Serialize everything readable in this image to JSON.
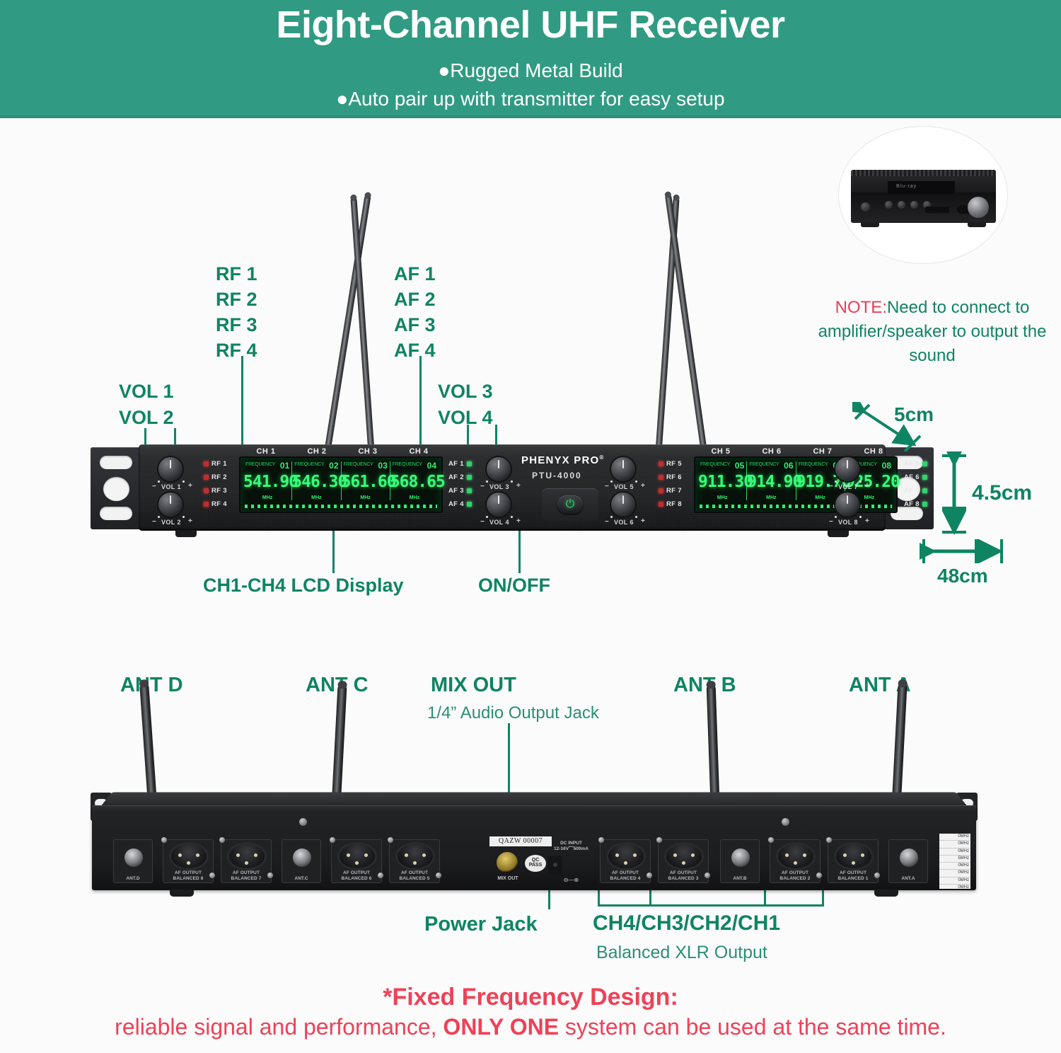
{
  "header": {
    "title": "Eight-Channel UHF Receiver",
    "bullet1": "●Rugged Metal Build",
    "bullet2": "●Auto pair up with transmitter for easy setup"
  },
  "note": {
    "prefix": "NOTE:",
    "text": "Need to connect to amplifier/speaker to output the sound",
    "inset_icon": "av-receiver-amplifier-image",
    "inset_display_text": "Blu-ray"
  },
  "front": {
    "brand": "PHENYX PRO",
    "brand_mark": "®",
    "model": "PTU-4000",
    "power_icon": "power-icon",
    "callouts": {
      "vol1": "VOL 1",
      "vol2": "VOL 2",
      "vol3": "VOL 3",
      "vol4": "VOL 4",
      "rf_group": [
        "RF 1",
        "RF 2",
        "RF 3",
        "RF 4"
      ],
      "af_group": [
        "AF 1",
        "AF 2",
        "AF 3",
        "AF 4"
      ],
      "lcd_label": "CH1-CH4 LCD Display",
      "onoff_label": "ON/OFF"
    },
    "knob_labels": [
      "VOL 1",
      "VOL 2",
      "VOL 3",
      "VOL 4",
      "VOL 5",
      "VOL 6",
      "VOL 7",
      "VOL 8"
    ],
    "rf_indicators_left": [
      "RF 1",
      "RF 2",
      "RF 3",
      "RF 4"
    ],
    "af_indicators_left": [
      "AF 1",
      "AF 2",
      "AF 3",
      "AF 4"
    ],
    "rf_indicators_right": [
      "RF 5",
      "RF 6",
      "RF 7",
      "RF 8"
    ],
    "af_indicators_right": [
      "AF 5",
      "AF 6",
      "AF 7",
      "AF 8"
    ],
    "lcd_left": {
      "channels": [
        "CH 1",
        "CH 2",
        "CH 3",
        "CH 4"
      ],
      "freq_tag": "FREQUENCY",
      "freq_nums": [
        "01",
        "02",
        "03",
        "04"
      ],
      "values": [
        "541.90",
        "546.30",
        "561.60",
        "568.65"
      ],
      "unit": "MHz"
    },
    "lcd_right": {
      "channels": [
        "CH 5",
        "CH 6",
        "CH 7",
        "CH 8"
      ],
      "freq_tag": "FREQUENCY",
      "freq_nums": [
        "05",
        "06",
        "07",
        "08"
      ],
      "values": [
        "911.30",
        "914.90",
        "919.70",
        "925.20"
      ],
      "unit": "MHz"
    },
    "minus": "−",
    "plus": "+"
  },
  "dimensions": {
    "depth": "5cm",
    "height": "4.5cm",
    "width": "48cm"
  },
  "rear": {
    "callouts": {
      "ant_d": "ANT D",
      "ant_c": "ANT C",
      "ant_b": "ANT B",
      "ant_a": "ANT A",
      "mix_out": "MIX OUT",
      "mix_out_sub": "1/4” Audio Output Jack",
      "power_jack": "Power Jack",
      "xlr_group": "CH4/CH3/CH2/CH1",
      "xlr_group_sub": "Balanced XLR Output"
    },
    "panel": {
      "serial": "QAZW 00007",
      "dc_input": "DC INPUT\n12-16V⎺500mA",
      "dc_polarity": "⊖—⊕",
      "mix_out_cap": "MIX OUT",
      "qc_line1": "QC",
      "qc_line2": "PASS",
      "ant_caps": [
        "ANT.D",
        "ANT.C",
        "ANT.B",
        "ANT.A"
      ],
      "xlr_caps": [
        "AF OUTPUT\nBALANCED 8",
        "AF OUTPUT\nBALANCED 7",
        "AF OUTPUT\nBALANCED 6",
        "AF OUTPUT\nBALANCED 5",
        "AF OUTPUT\nBALANCED 4",
        "AF OUTPUT\nBALANCED 3",
        "AF OUTPUT\nBALANCED 2",
        "AF OUTPUT\nBALANCED 1"
      ],
      "freq_sticker": [
        "0MHz",
        "0MHz",
        "0MHz",
        "5MHz",
        "0MHz",
        "0MHz",
        "0MHz",
        "0MHz"
      ]
    }
  },
  "footer": {
    "line1": "*Fixed Frequency Design:",
    "line2_a": "reliable signal and performance, ",
    "line2_b": "ONLY ONE",
    "line2_c": " system can be used at the same time."
  },
  "colors": {
    "header_bg": "#309b82",
    "accent_green": "#0f8463",
    "accent_red": "#ef4157",
    "lcd_green": "#35ff78"
  }
}
